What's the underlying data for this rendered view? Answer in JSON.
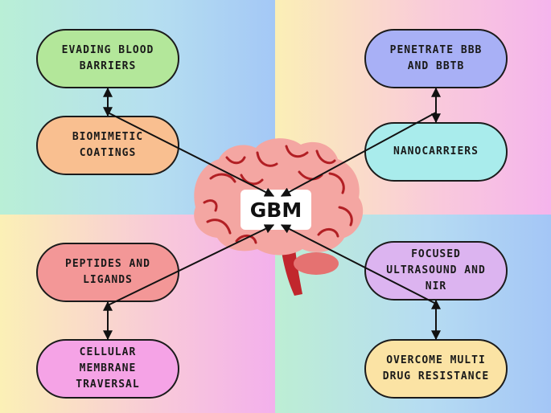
{
  "center": {
    "label": "GBM"
  },
  "nodes": {
    "top_left_1": [
      "EVADING BLOOD",
      "BARRIERS"
    ],
    "top_left_2": [
      "BIOMIMETIC",
      "COATINGS"
    ],
    "top_right_1": [
      "PENETRATE BBB",
      "AND BBTB"
    ],
    "top_right_2": [
      "NANOCARRIERS"
    ],
    "bottom_left_1": [
      "PEPTIDES AND",
      "LIGANDS"
    ],
    "bottom_left_2": [
      "CELLULAR",
      "MEMBRANE",
      "TRAVERSAL"
    ],
    "bottom_right_1": [
      "FOCUSED",
      "ULTRASOUND AND",
      "NIR"
    ],
    "bottom_right_2": [
      "OVERCOME MULTI",
      "DRUG RESISTANCE"
    ]
  },
  "colors": {
    "top_left_1": "#b3e79a",
    "top_left_2": "#f9bf90",
    "top_right_1": "#a8b0f6",
    "top_right_2": "#a9ecec",
    "bottom_left_1": "#f39797",
    "bottom_left_2": "#f5a3e6",
    "bottom_right_1": "#dcb4f0",
    "bottom_right_2": "#fbe3a4",
    "brain": "#f4a6a2",
    "brain_lines": "#b21f24",
    "cerebellum": "#e57271",
    "stem": "#c1272d"
  }
}
